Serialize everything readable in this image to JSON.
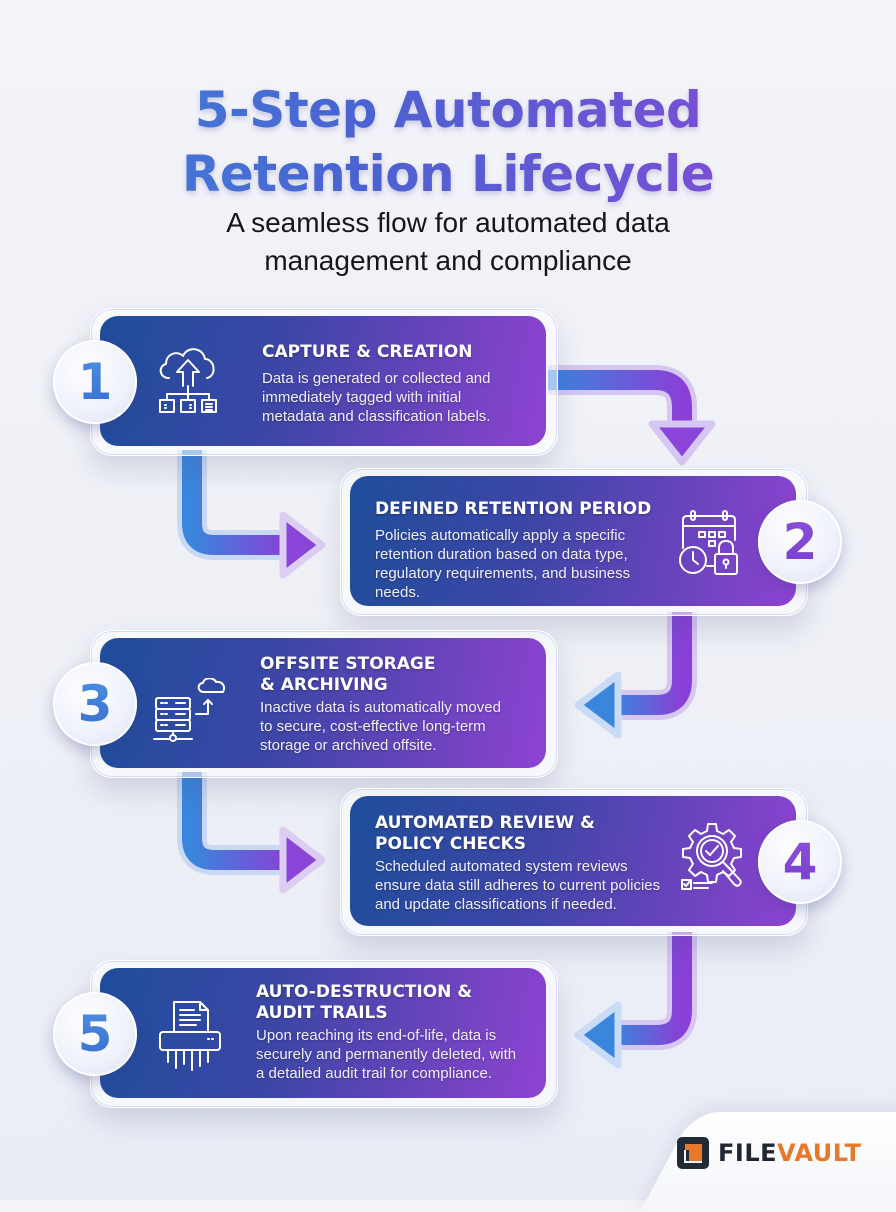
{
  "header": {
    "title_lines": [
      "5-Step Automated",
      "Retention Lifecycle"
    ],
    "subtitle_lines": [
      "A seamless flow for automated data",
      "management and compliance"
    ]
  },
  "colors": {
    "card_gradient_start": "#1f4d9b",
    "card_gradient_end": "#8e43d2",
    "badge_number_blue": "#3f86d9",
    "badge_number_purple": "#7a3fcf",
    "arrow_blue": "#3a86dc",
    "arrow_purple": "#8a3fd6",
    "logo_dark": "#1f2734",
    "logo_orange": "#e8792a"
  },
  "steps": [
    {
      "number": "1",
      "icon": "cloud-upload-network-icon",
      "title_lines": [
        "CAPTURE & CREATION"
      ],
      "description_lines": [
        "Data is generated or collected and",
        "immediately tagged with initial",
        "metadata and classification labels."
      ]
    },
    {
      "number": "2",
      "icon": "calendar-clock-lock-icon",
      "title_lines": [
        "DEFINED RETENTION PERIOD"
      ],
      "description_lines": [
        "Policies automatically apply a specific",
        "retention duration based on data type,",
        "regulatory requirements, and business",
        "needs."
      ]
    },
    {
      "number": "3",
      "icon": "server-cloud-upload-icon",
      "title_lines": [
        "OFFSITE STORAGE",
        "& ARCHIVING"
      ],
      "description_lines": [
        "Inactive data is automatically moved",
        "to secure, cost-effective long-term",
        "storage or archived offsite."
      ]
    },
    {
      "number": "4",
      "icon": "gear-check-magnifier-icon",
      "title_lines": [
        "AUTOMATED REVIEW &",
        "POLICY CHECKS"
      ],
      "description_lines": [
        "Scheduled automated system reviews",
        "ensure data still adheres to current policies",
        "and update classifications if needed."
      ]
    },
    {
      "number": "5",
      "icon": "document-shredder-icon",
      "title_lines": [
        "AUTO-DESTRUCTION &",
        "AUDIT TRAILS"
      ],
      "description_lines": [
        "Upon reaching its end-of-life, data is",
        "securely and permanently deleted, with",
        "a detailed audit trail for compliance."
      ]
    }
  ],
  "connectors": [
    {
      "from": "1",
      "to": "2",
      "shape": "right-then-down"
    },
    {
      "from": "1",
      "to": "2",
      "shape": "down-then-right"
    },
    {
      "from": "2",
      "to": "3",
      "shape": "down-then-left"
    },
    {
      "from": "3",
      "to": "4",
      "shape": "down-then-right"
    },
    {
      "from": "4",
      "to": "5",
      "shape": "down-then-left"
    }
  ],
  "brand": {
    "name_part1": "FILE",
    "name_part2": "VAULT"
  }
}
